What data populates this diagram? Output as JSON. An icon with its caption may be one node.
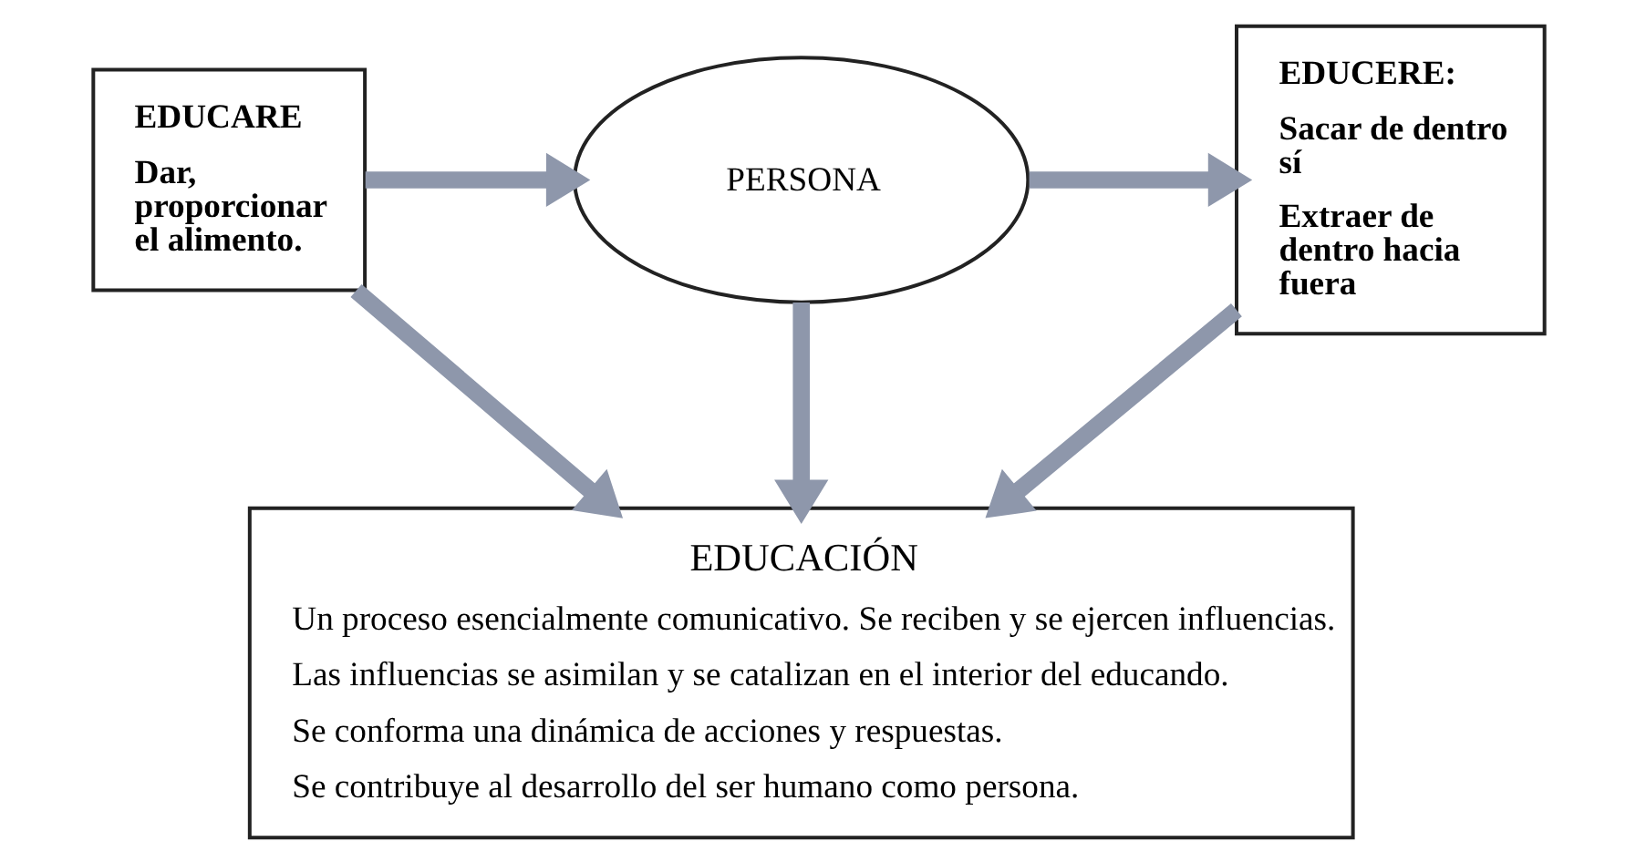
{
  "diagram": {
    "nodes": [
      {
        "text": [
          "EDUCARE",
          "Dar, proporcionar el alimento."
        ]
      },
      {
        "text": [
          "PERSONA"
        ]
      },
      {
        "text": [
          "EDUCERE:",
          "Sacar de dentro sí",
          "Extraer de dentro hacia fuera"
        ]
      },
      {
        "text": [
          "EDUCACIÓN",
          "Un proceso esencialmente comunicativo. Se reciben y se ejercen influencias.",
          "Las influencias se asimilan y se catalizan en el interior del educando.",
          "Se conforma una dinámica de acciones y respuestas.",
          "Se contribuye al desarrollo del ser humano como persona."
        ]
      }
    ],
    "edges": [
      {
        "from": 0,
        "to": 1,
        "arrow": "to"
      },
      {
        "from": 0,
        "to": 3,
        "arrow": "to"
      },
      {
        "from": 1,
        "to": 3,
        "arrow": "to"
      },
      {
        "from": 1,
        "to": 2,
        "arrow": "to"
      },
      {
        "from": 2,
        "to": 3,
        "arrow": "to"
      }
    ]
  }
}
